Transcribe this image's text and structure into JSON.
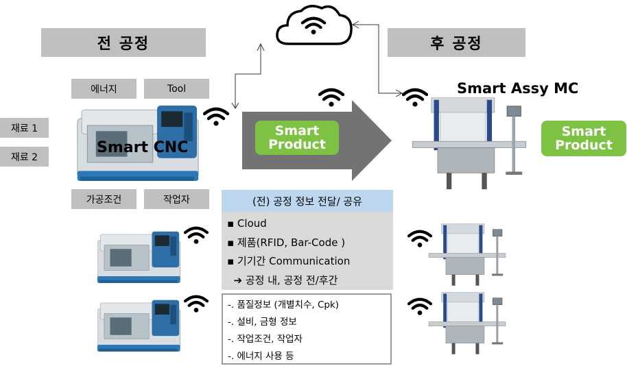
{
  "headers": {
    "pre_process": "전 공정",
    "post_process": "후 공정"
  },
  "inputs": {
    "energy": "에너지",
    "tool": "Tool",
    "material_1": "재료 1",
    "material_2": "재료 2",
    "machining_conditions": "가공조건",
    "worker": "작업자"
  },
  "labels": {
    "smart_cnc": "Smart CNC",
    "smart_assy": "Smart Assy MC"
  },
  "products": {
    "arrow_product": [
      "Smart",
      "Product"
    ],
    "output_product": [
      "Smart",
      "Product"
    ]
  },
  "info_panel": {
    "title": "(전) 공정 정보 전달/ 공유",
    "items": [
      "▪ Cloud",
      "▪ 제품(RFID, Bar-Code )",
      "▪ 기기간 Communication",
      "  ➔ 공정 내, 공정 전/후간"
    ]
  },
  "detail_panel": {
    "items": [
      "-. 품질정보 (개별치수, Cpk)",
      "-. 설비, 금형 정보",
      "-. 작업조건, 작업자",
      "-. 에너지 사용 등"
    ]
  },
  "icons": [
    "cloud-wifi-icon",
    "wifi-icon",
    "cnc-lathe-icon",
    "assembly-machine-icon"
  ],
  "colors": {
    "header_gray": "#bfbfbf",
    "arrow_gray": "#737373",
    "green": "#7dc242",
    "panel_gray": "#d9d9d9",
    "panel_blue": "#bdd7ee"
  }
}
